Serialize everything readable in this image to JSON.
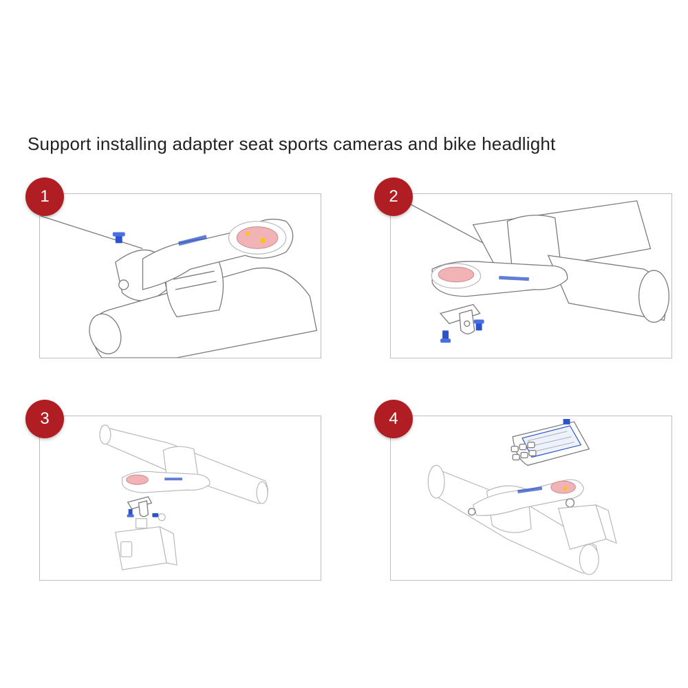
{
  "title": "Support installing adapter seat sports cameras and bike headlight",
  "colors": {
    "badge": "#b01e24",
    "screw": "#2c53c9",
    "mount_pad": "#f2b3b7",
    "mount_dot": "#f5c518",
    "brand_text": "#2c53c9"
  },
  "steps": [
    {
      "number": "1"
    },
    {
      "number": "2"
    },
    {
      "number": "3"
    },
    {
      "number": "4"
    }
  ]
}
